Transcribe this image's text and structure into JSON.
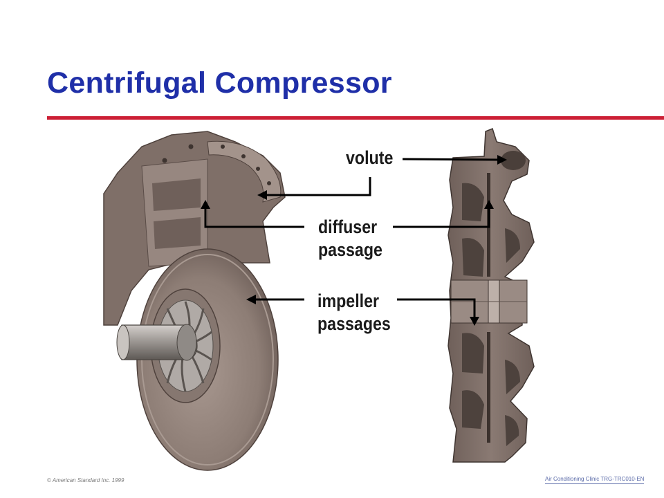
{
  "slide": {
    "title": "Centrifugal Compressor"
  },
  "labels": {
    "volute": "volute",
    "diffuser_line1": "diffuser",
    "diffuser_line2": "passage",
    "impeller_line1": "impeller",
    "impeller_line2": "passages"
  },
  "footer": {
    "copyright": "© American Standard Inc. 1999",
    "course": "Air Conditioning Clinic TRG-TRC010-EN"
  },
  "colors": {
    "title": "#1f2fa8",
    "rule": "#cc1f35",
    "metal": "#8b7a72",
    "metal_dark": "#6e5f59",
    "metal_light": "#b3a59d"
  }
}
